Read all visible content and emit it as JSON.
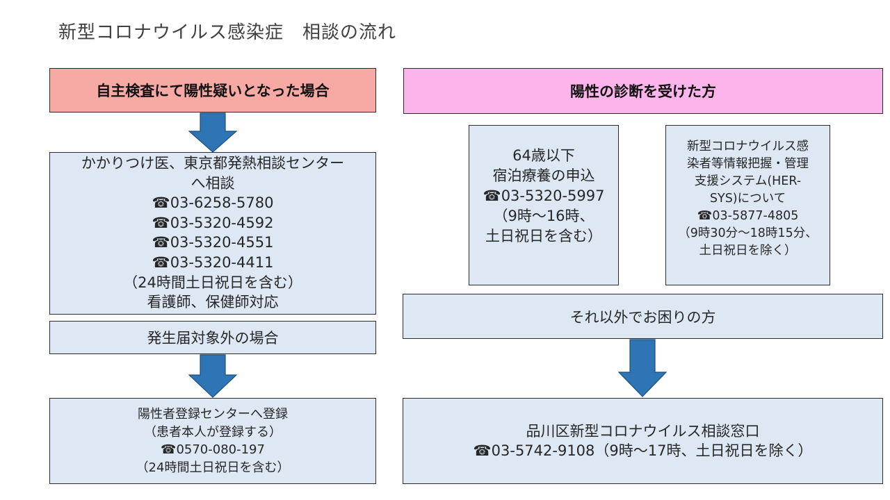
{
  "title": "新型コロナウイルス感染症　相談の流れ",
  "left": {
    "header": "自主検査にて陽性疑いとなった場合",
    "consult_lines": [
      "かかりつけ医、東京都発熱相談センター",
      "へ相談",
      "☎03-6258-5780",
      "☎03-5320-4592",
      "☎03-5320-4551",
      "☎03-5320-4411",
      "（24時間土日祝日を含む）",
      "看護師、保健師対応"
    ],
    "notification_exempt": "発生届対象外の場合",
    "register_lines": [
      "陽性者登録センターへ登録",
      "（患者本人が登録する）",
      "☎0570-080-197",
      "（24時間土日祝日を含む）"
    ]
  },
  "right": {
    "header": "陽性の診断を受けた方",
    "age64_lines": [
      "64歳以下",
      "宿泊療養の申込",
      "☎03-5320-5997",
      "（9時～16時、",
      "土日祝日を含む）"
    ],
    "hersys_lines": [
      "新型コロナウイルス感",
      "染者等情報把握・管理",
      "支援システム(HER-",
      "SYS)について",
      "☎03-5877-4805",
      "（9時30分～18時15分、",
      "土日祝日を除く）"
    ],
    "other": "それ以外でお困りの方",
    "ward_lines": [
      "品川区新型コロナウイルス相談窓口",
      "☎03-5742-9108（9時～17時、土日祝日を除く）"
    ]
  },
  "colors": {
    "left_header": "#f7a9a4",
    "right_header": "#fbb5ea",
    "box_fill": "#dee8f4",
    "arrow_fill": "#2e75b6",
    "arrow_stroke": "#1f4e79"
  }
}
